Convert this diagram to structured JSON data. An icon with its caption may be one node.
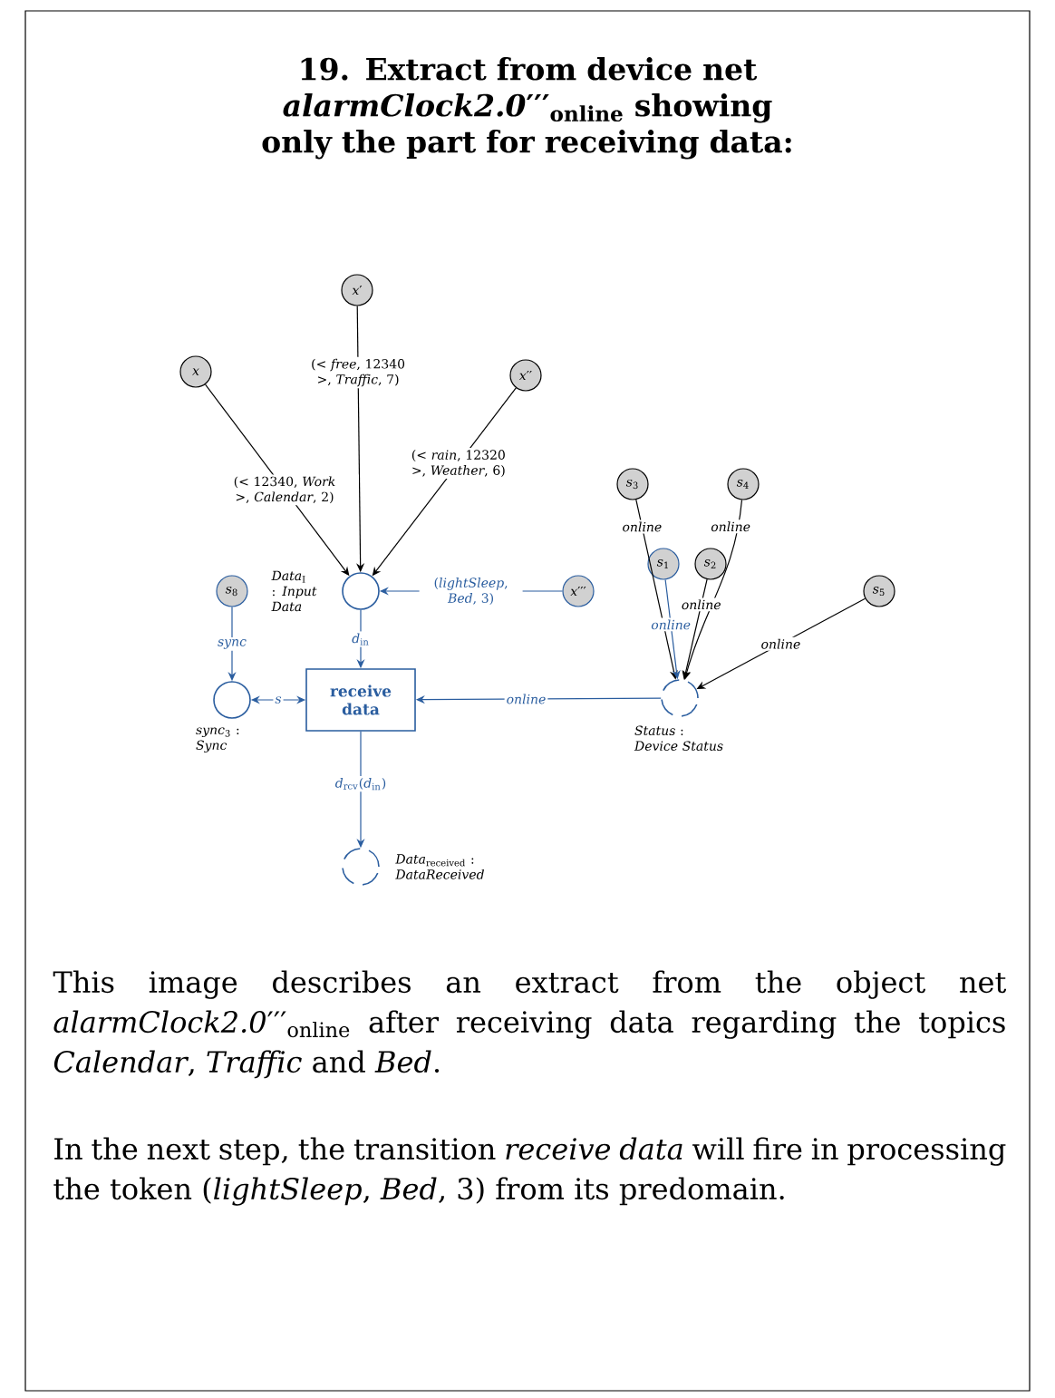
{
  "diagram": {
    "title": "19. Extract from device net *alarmClock2.0*′′′$_{online}$ showing only the part for receiving data:",
    "caption": "This image describes an extract from the object net *alarmClock2.0*′′′$_{online}$ after receiving data regarding the topics *Calendar*, *Traffic* and *Bed*.",
    "nodes": [
      {
        "text": [
          "*x*′"
        ]
      },
      {
        "text": [
          "*x*"
        ]
      },
      {
        "text": [
          "*x*′′"
        ]
      },
      {
        "text": [
          "*s*$_{3}$"
        ]
      },
      {
        "text": [
          "*s*$_{4}$"
        ]
      },
      {
        "text": [
          "*s*$_{1}$"
        ]
      },
      {
        "text": [
          "*s*$_{2}$"
        ]
      },
      {
        "text": [
          "*x*′′′"
        ]
      },
      {
        "text": [
          "*s*$_{8}$"
        ]
      },
      {
        "text": [],
        "shape": "circle",
        "beside": [
          "*Data*$_{I}$ : *Input Data*"
        ]
      },
      {
        "text": [
          "*s*$_{5}$"
        ]
      },
      {
        "text": [
          "receive data"
        ]
      },
      {
        "text": [],
        "shape": "circle",
        "beside": [
          "*sync*$_{3}$ : *Sync*"
        ]
      },
      {
        "text": [],
        "shape": "circle",
        "beside": [
          "*Status* : *Device Status*"
        ]
      },
      {
        "text": [],
        "shape": "circle",
        "beside": [
          "*Data*$_{received}$ : *DataReceived*"
        ]
      }
    ],
    "edges": [
      {
        "from": 0,
        "to": 9,
        "arrow": "to",
        "label": "(< *free*, 12340 >, *Traffic*, 7)"
      },
      {
        "from": 1,
        "to": 9,
        "arrow": "to",
        "label": "(< 12340, *Work* >, *Calendar*, 2)"
      },
      {
        "from": 2,
        "to": 9,
        "arrow": "to",
        "label": "(< *rain*, 12320 >, *Weather*, 6)"
      },
      {
        "from": 7,
        "to": 9,
        "arrow": "to",
        "label": "(*lightSleep*, *Bed*, 3)",
        "color": "#2a5d9f"
      },
      {
        "from": 8,
        "to": 12,
        "arrow": "to",
        "label": "*sync*",
        "color": "#2a5d9f"
      },
      {
        "from": 9,
        "to": 11,
        "arrow": "to",
        "label": "*d*$_{in}$",
        "color": "#2a5d9f"
      },
      {
        "from": 11,
        "to": 12,
        "arrow": "both",
        "label": "*s*",
        "color": "#2a5d9f"
      },
      {
        "from": 13,
        "to": 11,
        "arrow": "to",
        "label": "*online*",
        "color": "#2a5d9f"
      },
      {
        "from": 11,
        "to": 14,
        "arrow": "to",
        "label": "*d*$_{rcv}$(*d*$_{in}$)",
        "color": "#2a5d9f"
      },
      {
        "from": 3,
        "to": 13,
        "arrow": "to",
        "label": "*online*"
      },
      {
        "from": 5,
        "to": 13,
        "arrow": "to",
        "label": "*online*",
        "color": "#2a5d9f"
      },
      {
        "from": 6,
        "to": 13,
        "arrow": "to",
        "label": "*online*"
      },
      {
        "from": 4,
        "to": 13,
        "arrow": "to",
        "label": "*online*"
      },
      {
        "from": 10,
        "to": 13,
        "arrow": "to",
        "label": "*online*"
      }
    ],
    "labels": [
      "In the next step, the transition *receive data* will fire in processing the token (*lightSleep*, *Bed*, 3) from its predomain."
    ]
  }
}
